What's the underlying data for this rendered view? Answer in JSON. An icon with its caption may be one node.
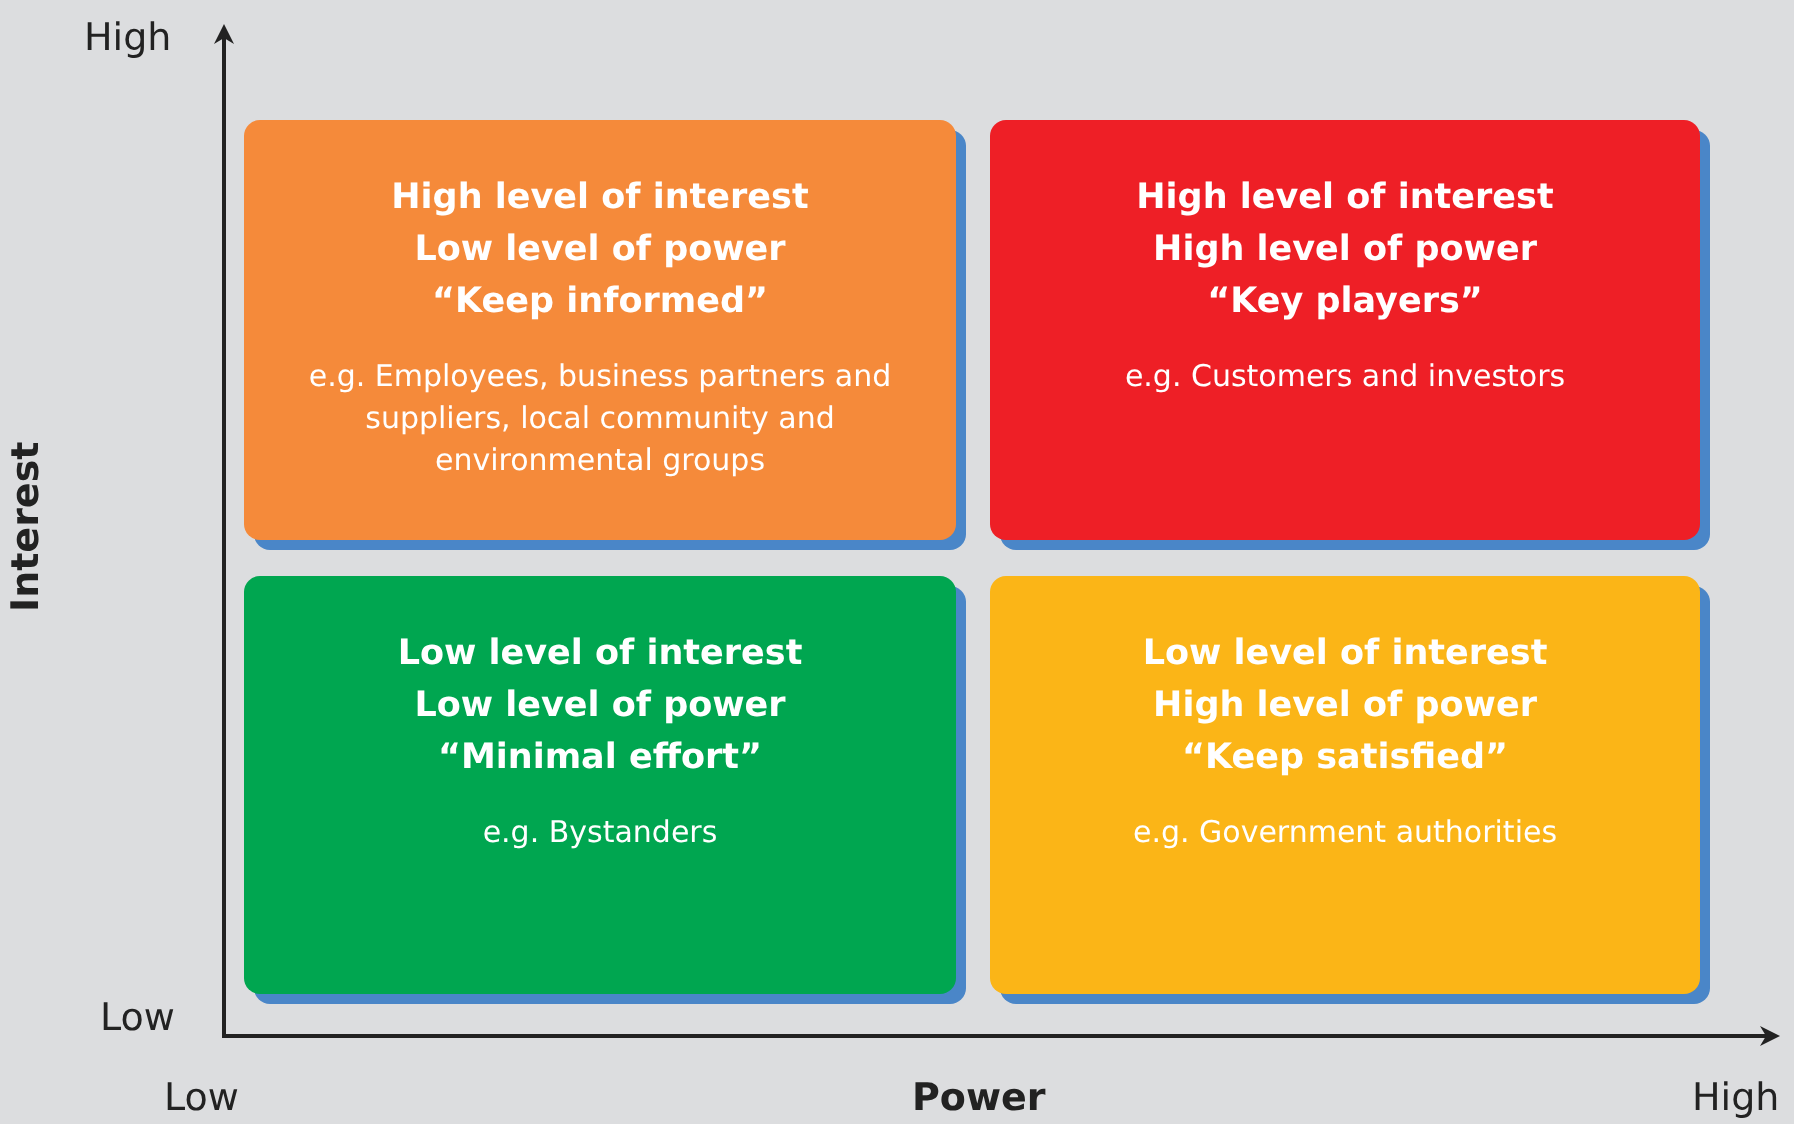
{
  "diagram": {
    "nodes": [
      {
        "text": [
          "High level of interest Low level of power “Keep informed”",
          "e.g. Employees, business partners and suppliers, local community and environmental groups"
        ]
      },
      {
        "text": [
          "High level of interest High level of power “Key players”",
          "e.g. Customers and investors"
        ]
      },
      {
        "text": [
          "Low level of interest Low level of power “Minimal effort”",
          "e.g. Bystanders"
        ]
      },
      {
        "text": [
          "Low level of interest High level of power “Keep satisfied”",
          "e.g. Government authorities"
        ]
      }
    ],
    "edges": [],
    "labels": [
      "High",
      "Interest",
      "Low",
      "Low",
      "Power",
      "High"
    ]
  }
}
